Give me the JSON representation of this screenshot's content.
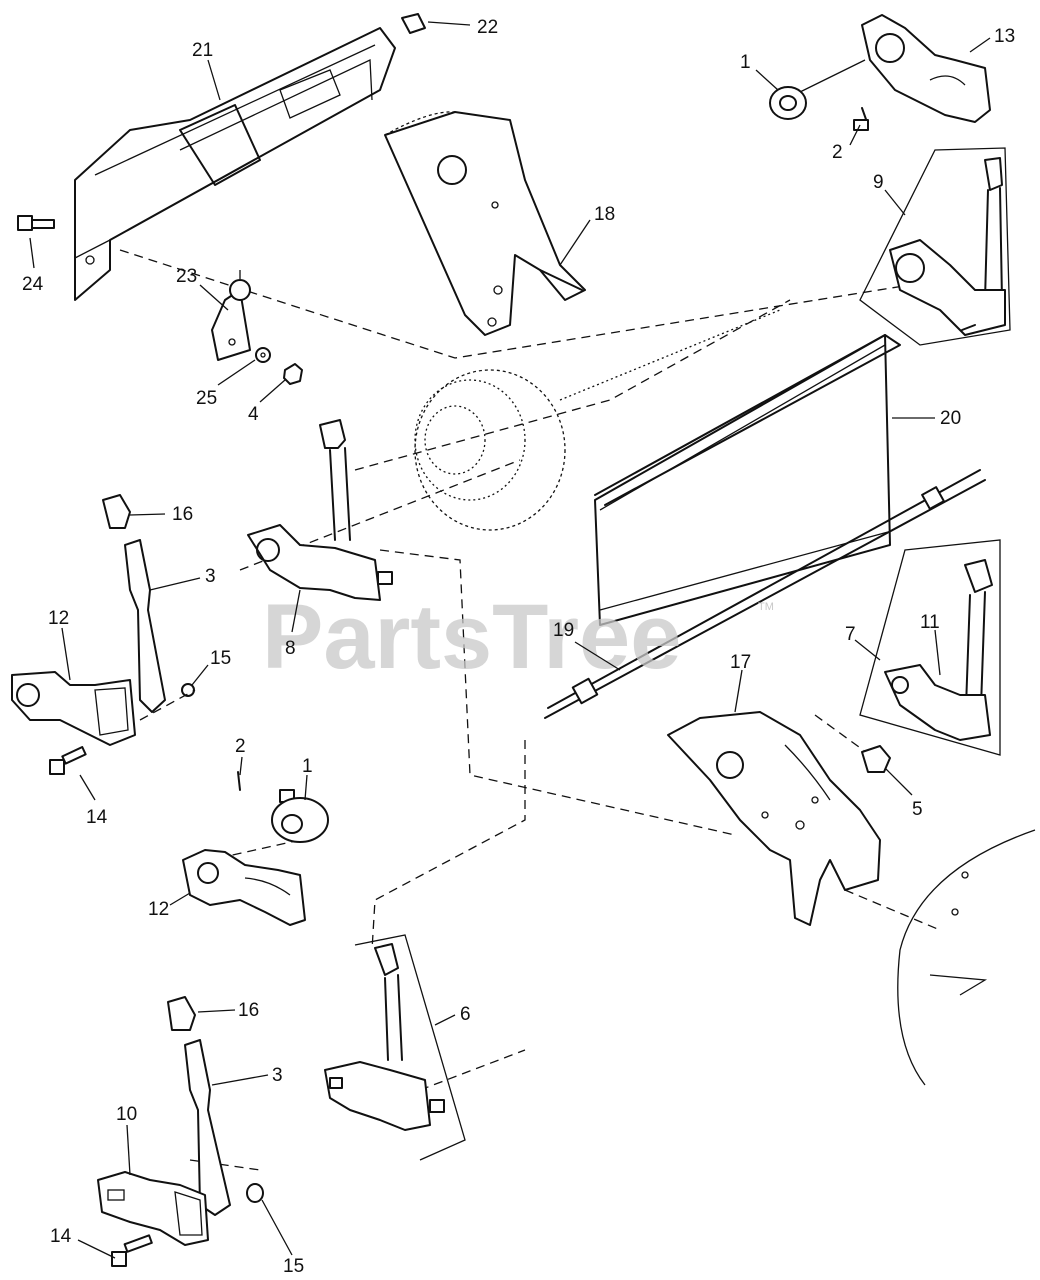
{
  "watermark": {
    "text": "PartsTree",
    "trademark": "TM"
  },
  "callouts": [
    {
      "id": "c21a",
      "label": "21"
    },
    {
      "id": "c22",
      "label": "22"
    },
    {
      "id": "c1a",
      "label": "1"
    },
    {
      "id": "c13",
      "label": "13"
    },
    {
      "id": "c2a",
      "label": "2"
    },
    {
      "id": "c9",
      "label": "9"
    },
    {
      "id": "c18",
      "label": "18"
    },
    {
      "id": "c24",
      "label": "24"
    },
    {
      "id": "c23",
      "label": "23"
    },
    {
      "id": "c25",
      "label": "25"
    },
    {
      "id": "c4",
      "label": "4"
    },
    {
      "id": "c20",
      "label": "20"
    },
    {
      "id": "c16a",
      "label": "16"
    },
    {
      "id": "c3a",
      "label": "3"
    },
    {
      "id": "c8",
      "label": "8"
    },
    {
      "id": "c12a",
      "label": "12"
    },
    {
      "id": "c15a",
      "label": "15"
    },
    {
      "id": "c19",
      "label": "19"
    },
    {
      "id": "c17",
      "label": "17"
    },
    {
      "id": "c7",
      "label": "7"
    },
    {
      "id": "c11",
      "label": "11"
    },
    {
      "id": "c14a",
      "label": "14"
    },
    {
      "id": "c2b",
      "label": "2"
    },
    {
      "id": "c1b",
      "label": "1"
    },
    {
      "id": "c5",
      "label": "5"
    },
    {
      "id": "c12b",
      "label": "12"
    },
    {
      "id": "c6",
      "label": "6"
    },
    {
      "id": "c16b",
      "label": "16"
    },
    {
      "id": "c3b",
      "label": "3"
    },
    {
      "id": "c10",
      "label": "10"
    },
    {
      "id": "c14b",
      "label": "14"
    },
    {
      "id": "c15b",
      "label": "15"
    }
  ]
}
